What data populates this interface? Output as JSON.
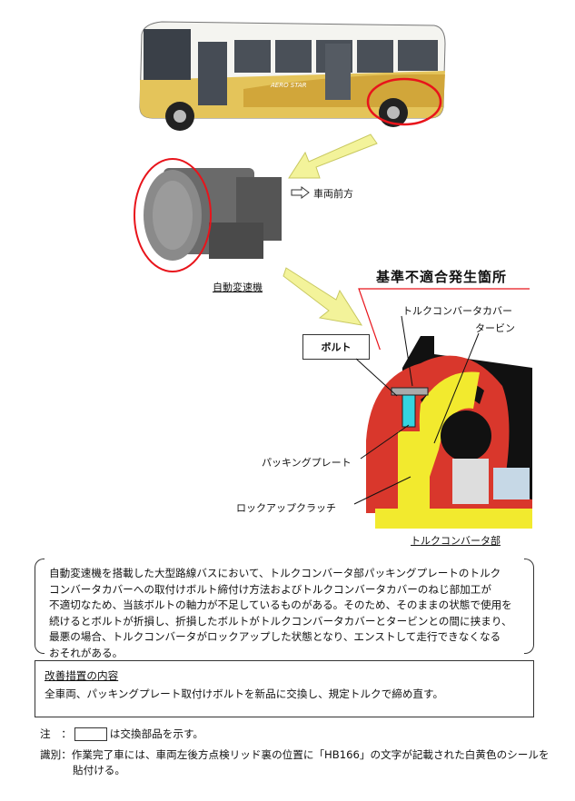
{
  "diagram": {
    "vehicle_front_label": "車両前方",
    "transmission_label": "自動変速機",
    "defect_location_title": "基準不適合発生箇所",
    "torque_converter_cover_label": "トルクコンバータカバー",
    "turbine_label": "タービン",
    "bolt_label": "ボルト",
    "packing_plate_label": "パッキングプレート",
    "lockup_clutch_label": "ロックアップクラッチ",
    "torque_converter_section_label": "トルクコンバータ部",
    "bus_logo_text": "AERO STAR"
  },
  "description": {
    "lines": [
      "自動変速機を搭載した大型路線バスにおいて、トルクコンバータ部パッキングプレートのトルク",
      "コンバータカバーへの取付けボルト締付け方法およびトルクコンバータカバーのねじ部加工が",
      "不適切なため、当該ボルトの軸力が不足しているものがある。そのため、そのままの状態で使用を",
      "続けるとボルトが折損し、折損したボルトがトルクコンバータカバーとタービンとの間に挟まり、",
      "最悪の場合、トルクコンバータがロックアップした状態となり、エンストして走行できなくなる",
      "おそれがある。"
    ]
  },
  "remedy": {
    "heading": "改善措置の内容",
    "text": "全車両、パッキングプレート取付けボルトを新品に交換し、規定トルクで締め直す。"
  },
  "notes": {
    "note_label": "注　：",
    "note_text": "は交換部品を示す。",
    "id_label": "識別：",
    "id_line1": "作業完了車には、車両左後方点検リッド裏の位置に「HB166」の文字が記載された白黄色のシールを",
    "id_line2": "貼付ける。"
  },
  "colors": {
    "highlight_red": "#e8141b",
    "arrow_yellow": "#f3f39a",
    "cover_red": "#d9372c",
    "part_yellow": "#f2ea2e",
    "plate_cyan": "#35d4e0"
  }
}
